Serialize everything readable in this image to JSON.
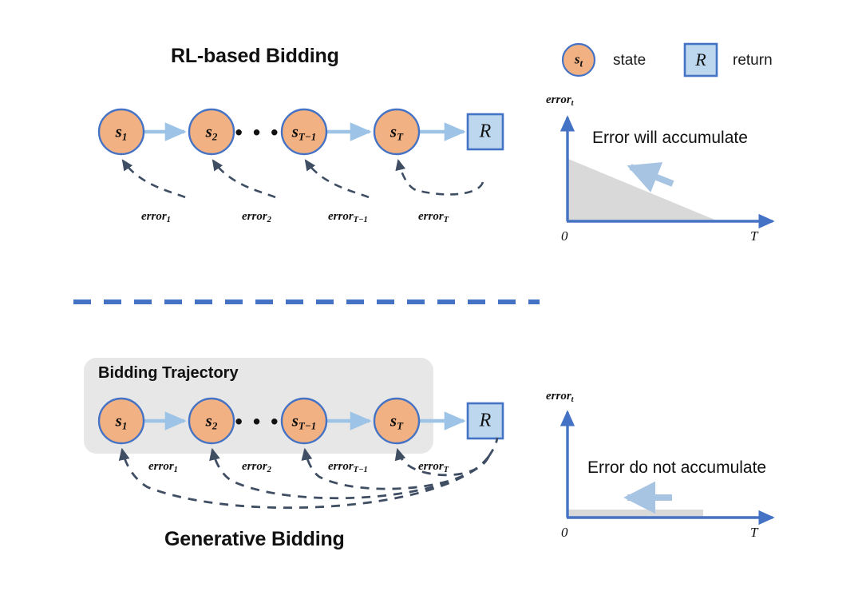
{
  "figure": {
    "background": "#ffffff",
    "colors": {
      "node_fill": "#F2B183",
      "node_stroke": "#4472C4",
      "return_fill": "#BDD7EE",
      "return_stroke": "#4472C4",
      "arrow_blue": "#9DC3E6",
      "axis_blue": "#4472C4",
      "dash_divider": "#4472C4",
      "error_curve": "#3F4E63",
      "gray_area": "#D9D9D9",
      "gray_box": "#E7E7E7",
      "accent_arrow": "#A8C4E3"
    }
  },
  "legend": {
    "state": {
      "node_text": "s",
      "node_sub": "t",
      "label": "state"
    },
    "return": {
      "box_text": "R",
      "label": "return"
    }
  },
  "top_panel": {
    "title": "RL-based Bidding",
    "nodes": [
      {
        "text": "s",
        "sub": "1"
      },
      {
        "text": "s",
        "sub": "2"
      },
      {
        "text": "s",
        "sub": "T−1"
      },
      {
        "text": "s",
        "sub": "T"
      }
    ],
    "ellipsis": "• • •",
    "return_node": "R",
    "error_labels": [
      {
        "text": "error",
        "sub": "1"
      },
      {
        "text": "error",
        "sub": "2"
      },
      {
        "text": "error",
        "sub": "T−1"
      },
      {
        "text": "error",
        "sub": "T"
      }
    ]
  },
  "bottom_panel": {
    "title": "Generative Bidding",
    "group_box_label": "Bidding Trajectory",
    "nodes": [
      {
        "text": "s",
        "sub": "1"
      },
      {
        "text": "s",
        "sub": "2"
      },
      {
        "text": "s",
        "sub": "T−1"
      },
      {
        "text": "s",
        "sub": "T"
      }
    ],
    "ellipsis": "• • •",
    "return_node": "R",
    "error_labels": [
      {
        "text": "error",
        "sub": "1"
      },
      {
        "text": "error",
        "sub": "2"
      },
      {
        "text": "error",
        "sub": "T−1"
      },
      {
        "text": "error",
        "sub": "T"
      }
    ]
  },
  "chart_data": [
    {
      "id": "top-chart",
      "type": "area",
      "title": "",
      "annotation": "Error will accumulate",
      "ylabel": "error",
      "ylabel_sub": "t",
      "xlabel": "",
      "xticks": [
        "0",
        "T"
      ],
      "x": [
        0,
        1
      ],
      "values": [
        1.0,
        0.0
      ],
      "xlim": [
        0,
        1
      ],
      "ylim": [
        0,
        1
      ],
      "grid": false,
      "legend": "none",
      "arrow_direction": "left",
      "description": "Gray wedge highest at t=0 near the y-axis, decreasing linearly to zero at t=T; arrow points from right to left indicating accumulation toward earlier steps."
    },
    {
      "id": "bottom-chart",
      "type": "area",
      "title": "",
      "annotation": "Error do not accumulate",
      "ylabel": "error",
      "ylabel_sub": "t",
      "xlabel": "",
      "xticks": [
        "0",
        "T"
      ],
      "x": [
        0,
        1
      ],
      "values": [
        0.06,
        0.06
      ],
      "xlim": [
        0,
        1
      ],
      "ylim": [
        0,
        1
      ],
      "grid": false,
      "legend": "none",
      "arrow_direction": "left",
      "description": "Flat thin gray band of constant small height from t=0 to about t=0.85T; arrow points right to left indicating error stays constant."
    }
  ]
}
